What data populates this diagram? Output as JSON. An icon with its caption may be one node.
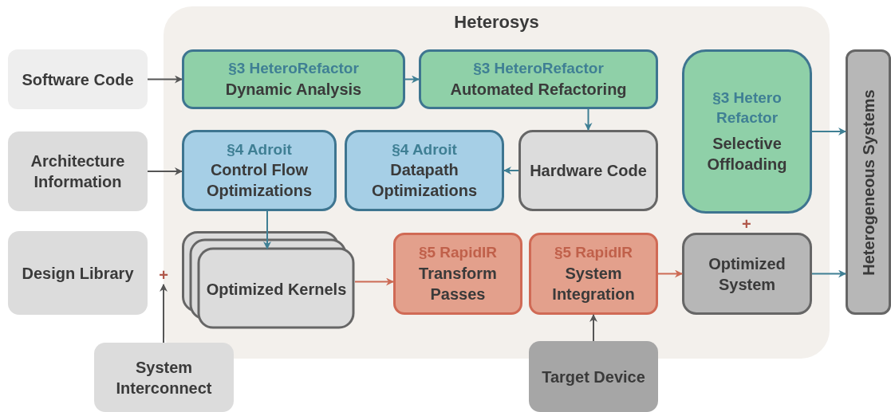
{
  "diagram": {
    "nodes": [
      {
        "text": [
          "Heterosys"
        ]
      },
      {
        "text": [
          "Software Code"
        ]
      },
      {
        "text": [
          "Architecture Information"
        ]
      },
      {
        "text": [
          "Design Library"
        ]
      },
      {
        "text": [
          "System Interconnect"
        ]
      },
      {
        "text": [
          "§3 HeteroRefactor",
          "Dynamic Analysis"
        ],
        "in": 0
      },
      {
        "text": [
          "§3 HeteroRefactor",
          "Automated Refactoring"
        ],
        "in": 0
      },
      {
        "text": [
          "§3 Hetero Refactor",
          "Selective Offloading"
        ],
        "in": 0
      },
      {
        "text": [
          "§4 Adroit",
          "Control Flow Optimizations"
        ],
        "in": 0
      },
      {
        "text": [
          "§4 Adroit",
          "Datapath Optimizations"
        ],
        "in": 0
      },
      {
        "text": [
          "Hardware Code"
        ],
        "in": 0
      },
      {
        "text": [
          "Optimized Kernels"
        ],
        "in": 0
      },
      {
        "text": [
          "§5 RapidIR",
          "Transform Passes"
        ],
        "in": 0
      },
      {
        "text": [
          "§5 RapidIR",
          "System Integration"
        ],
        "in": 0
      },
      {
        "text": [
          "Optimized System"
        ],
        "in": 0
      },
      {
        "text": [
          "Target Device"
        ]
      },
      {
        "text": [
          "Heterogeneous Systems"
        ]
      },
      {
        "text": [
          "+"
        ]
      }
    ],
    "edges": [
      {
        "from": 1,
        "to": 5,
        "arrow": "to",
        "color": "#555555"
      },
      {
        "from": 5,
        "to": 6,
        "arrow": "to"
      },
      {
        "from": 6,
        "to": 10,
        "arrow": "to"
      },
      {
        "from": 10,
        "to": 9,
        "arrow": "to"
      },
      {
        "from": 2,
        "to": 8,
        "arrow": "to",
        "color": "#555555"
      },
      {
        "from": 8,
        "to": 11,
        "arrow": "to"
      },
      {
        "from": 11,
        "to": 12,
        "arrow": "to",
        "color": "#cc6b55"
      },
      {
        "from": 13,
        "to": 14,
        "arrow": "to",
        "color": "#cc6b55"
      },
      {
        "from": 15,
        "to": 13,
        "arrow": "to",
        "color": "#555555"
      },
      {
        "from": 4,
        "to": 17,
        "arrow": "to",
        "color": "#555555"
      },
      {
        "from": 7,
        "to": 16,
        "arrow": "to"
      },
      {
        "from": 14,
        "to": 16,
        "arrow": "to"
      }
    ],
    "labels": [
      "+"
    ]
  }
}
